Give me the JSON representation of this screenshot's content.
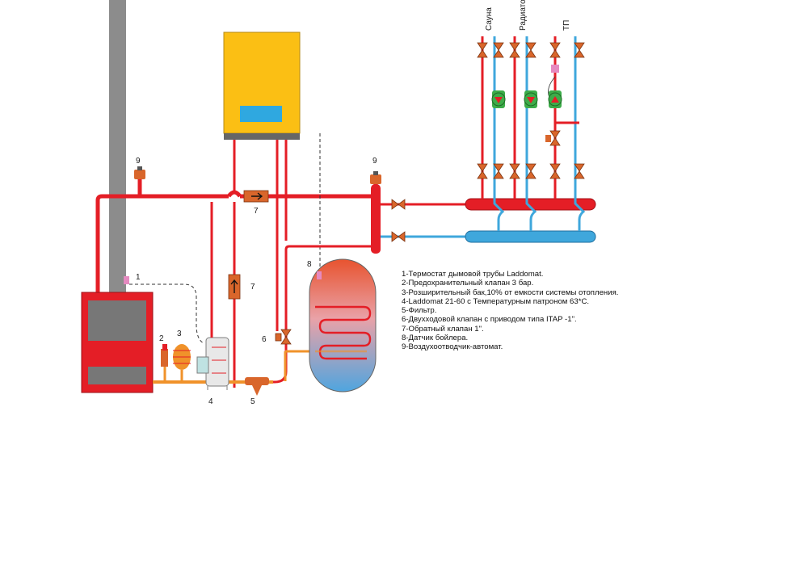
{
  "labels": {
    "thermostat": "1",
    "safety_valve": "2",
    "expansion_tank": "3",
    "laddomat": "4",
    "filter": "5",
    "zone_valve": "6",
    "check_valve_upper": "7",
    "check_valve_vertical": "7",
    "boiler_sensor": "8",
    "air_vent_left": "9",
    "air_vent_right": "9"
  },
  "circuits": {
    "sauna": "Сауна",
    "radiators": "Радиаторы",
    "floor_heating": "ТП"
  },
  "legend": [
    "1-Термостат дымовой трубы Laddomat.",
    "2-Предохранительный клапан 3 бар.",
    "3-Розширительный бак,10% от емкости системы отопления.",
    "4-Laddomat 21-60 с Температурным патроном 63*С.",
    "5-Фильтр.",
    "6-Двухходовой клапан с приводом типа ITAP -1\".",
    "7-Обратный клапан 1\".",
    "8-Датчик бойлера.",
    "9-Воздухоотводчик-автомат."
  ],
  "colors": {
    "supply": "#e41e26",
    "return": "#3fa7dc",
    "boiler_loop": "#f0922a",
    "chimney": "#8c8c8c",
    "gas_boiler": "#fbbf14",
    "gas_boiler_panel": "#2fa8e0",
    "valve": "#d9662b",
    "pump": "#3dac49",
    "sensor": "#e58ac0"
  }
}
